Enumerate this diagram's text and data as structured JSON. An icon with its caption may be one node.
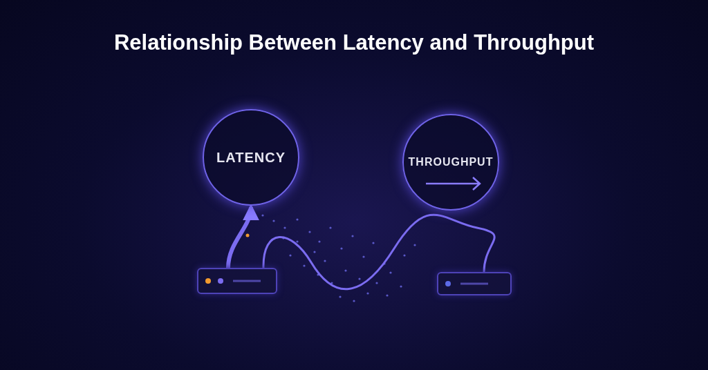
{
  "diagram": {
    "title": "Relationship Between Latency and Throughput",
    "nodes": [
      {
        "text": [
          "LATENCY"
        ]
      },
      {
        "text": [
          "THROUGHPUT"
        ]
      },
      {
        "text": [],
        "shape": "box"
      },
      {
        "text": [],
        "shape": "box"
      }
    ],
    "edges": [
      {
        "from": 2,
        "to": 0,
        "arrow": "to",
        "style": "thick"
      },
      {
        "from": 2,
        "to": 3,
        "arrow": "none"
      }
    ]
  }
}
